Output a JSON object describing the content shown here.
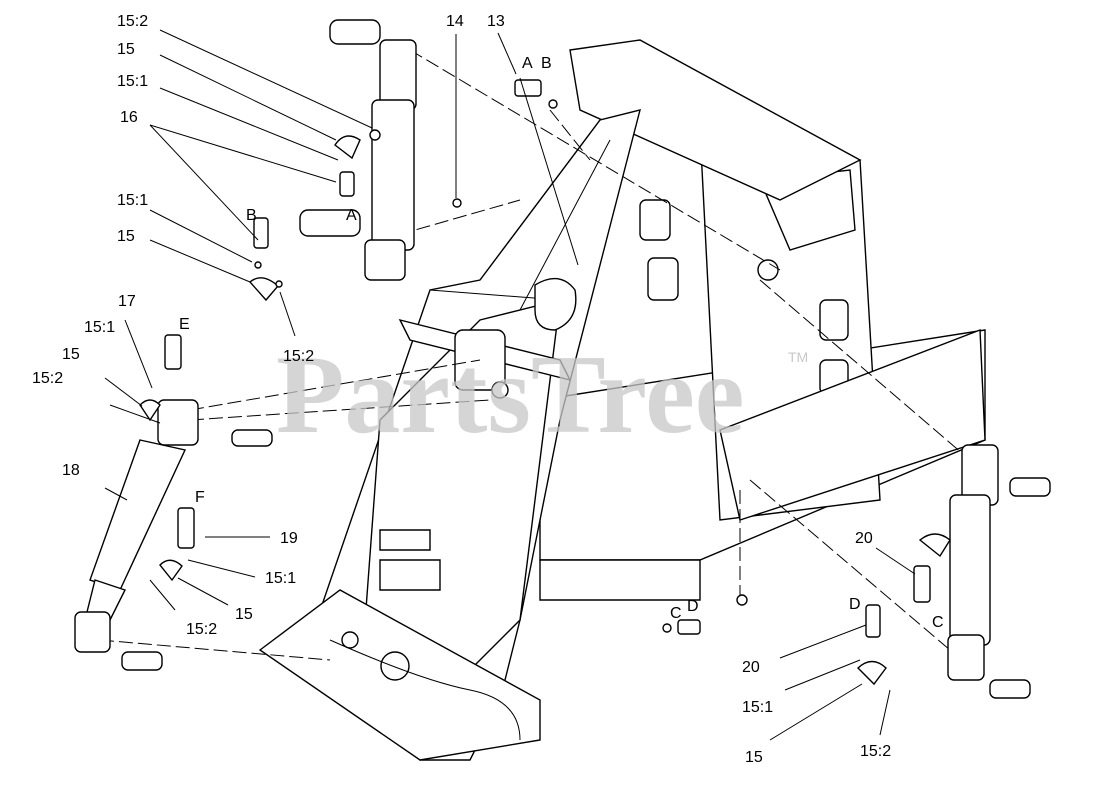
{
  "watermark": {
    "text": "PartsTree",
    "trademark": "TM"
  },
  "callouts": [
    "15:2",
    "15",
    "15:1",
    "16",
    "15:1",
    "15",
    "17",
    "15:1",
    "15",
    "15:2",
    "18",
    "15:2",
    "19",
    "15:1",
    "15",
    "15:2",
    "14",
    "13",
    "20",
    "20",
    "15:1",
    "15",
    "15:2"
  ],
  "letters": [
    "A",
    "B",
    "B",
    "A",
    "E",
    "F",
    "C",
    "D",
    "D",
    "C"
  ]
}
